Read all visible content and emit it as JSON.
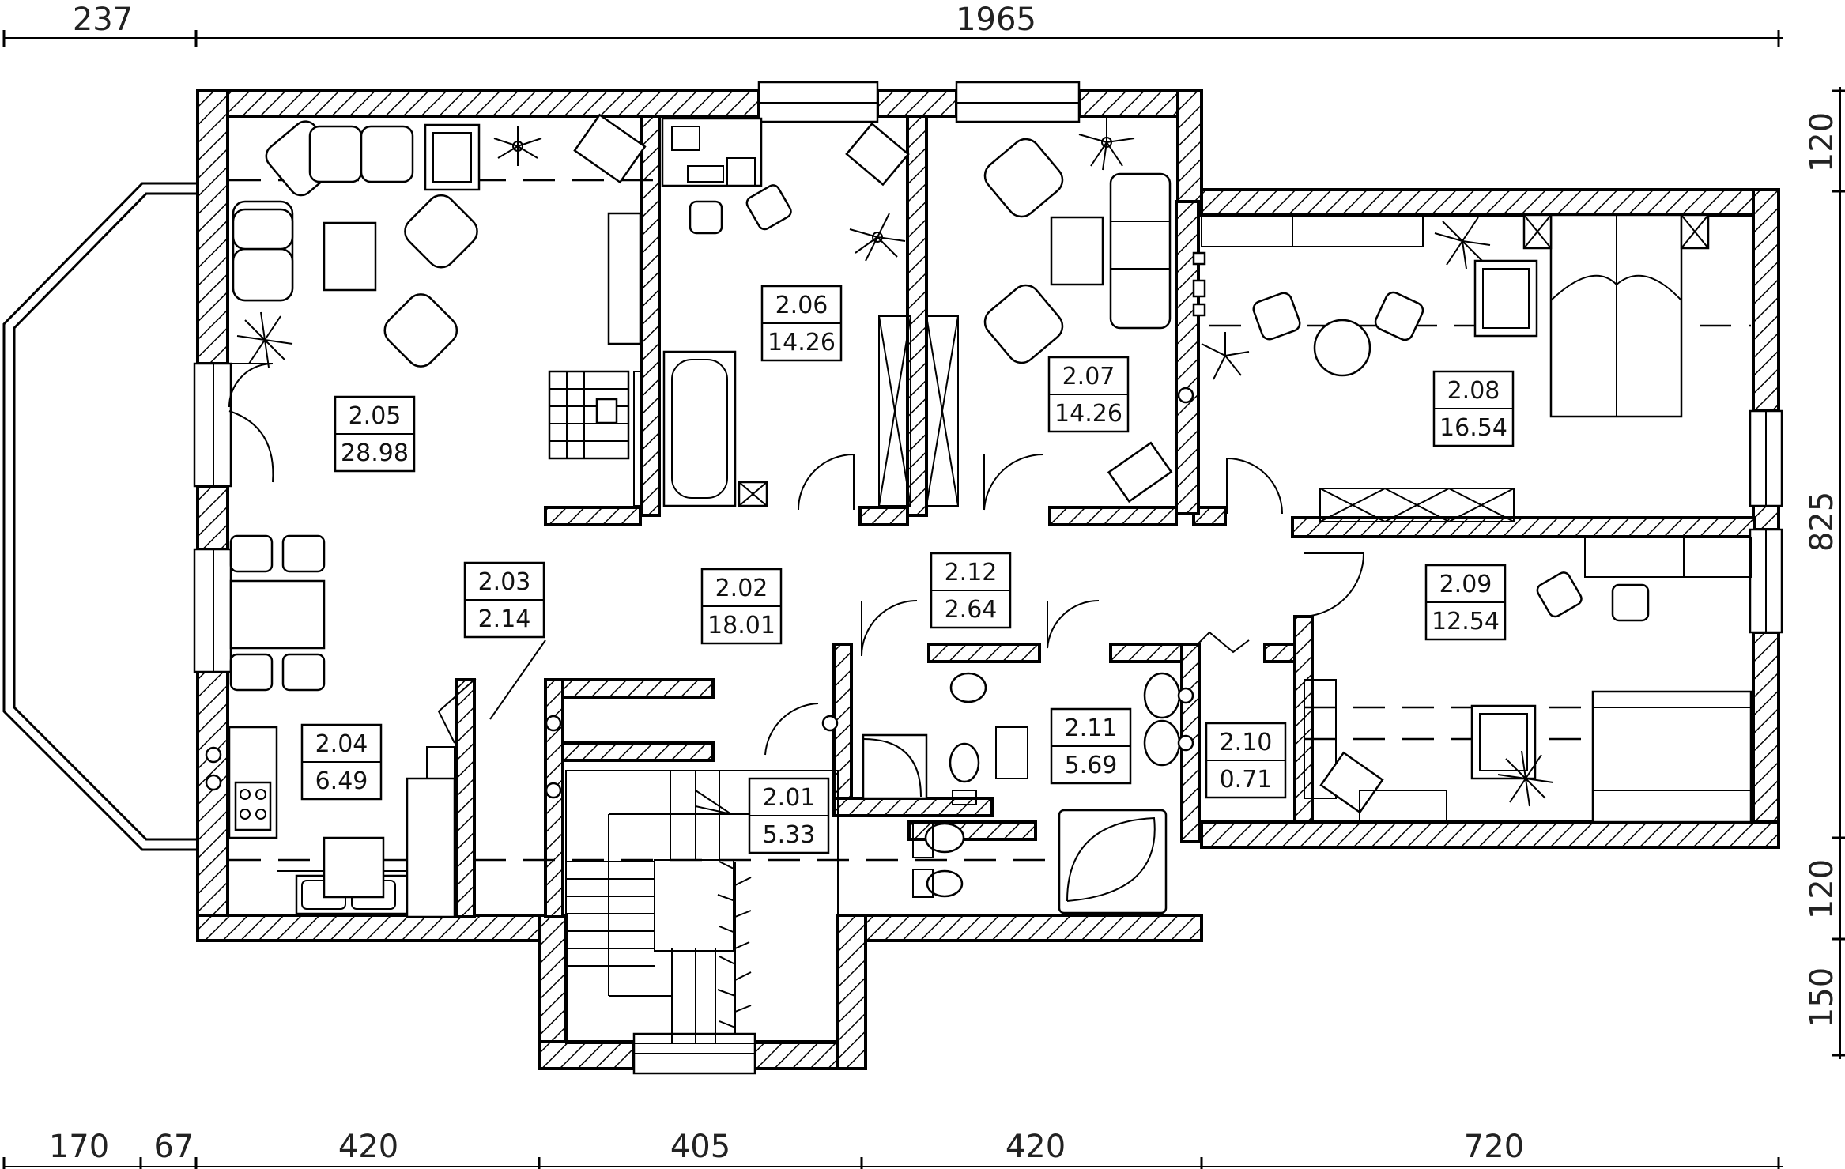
{
  "dimensions": {
    "top": [
      "237",
      "1965"
    ],
    "bottom": [
      "170",
      "67",
      "420",
      "405",
      "420",
      "720"
    ],
    "right": [
      "120",
      "825",
      "120",
      "150"
    ]
  },
  "rooms": [
    {
      "id": "2.01",
      "area": "5.33"
    },
    {
      "id": "2.02",
      "area": "18.01"
    },
    {
      "id": "2.03",
      "area": "2.14"
    },
    {
      "id": "2.04",
      "area": "6.49"
    },
    {
      "id": "2.05",
      "area": "28.98"
    },
    {
      "id": "2.06",
      "area": "14.26"
    },
    {
      "id": "2.07",
      "area": "14.26"
    },
    {
      "id": "2.08",
      "area": "16.54"
    },
    {
      "id": "2.09",
      "area": "12.54"
    },
    {
      "id": "2.10",
      "area": "0.71"
    },
    {
      "id": "2.11",
      "area": "5.69"
    },
    {
      "id": "2.12",
      "area": "2.64"
    }
  ],
  "icons": [
    "plant-icon",
    "armchair-icon",
    "sofa-icon",
    "bed-icon",
    "stove-icon",
    "sink-icon",
    "toilet-icon",
    "bathtub-icon",
    "shower-icon",
    "fireplace-icon",
    "staircase-icon",
    "door-icon",
    "window-icon"
  ],
  "colors": {
    "line": "#000000",
    "background": "#ffffff"
  }
}
